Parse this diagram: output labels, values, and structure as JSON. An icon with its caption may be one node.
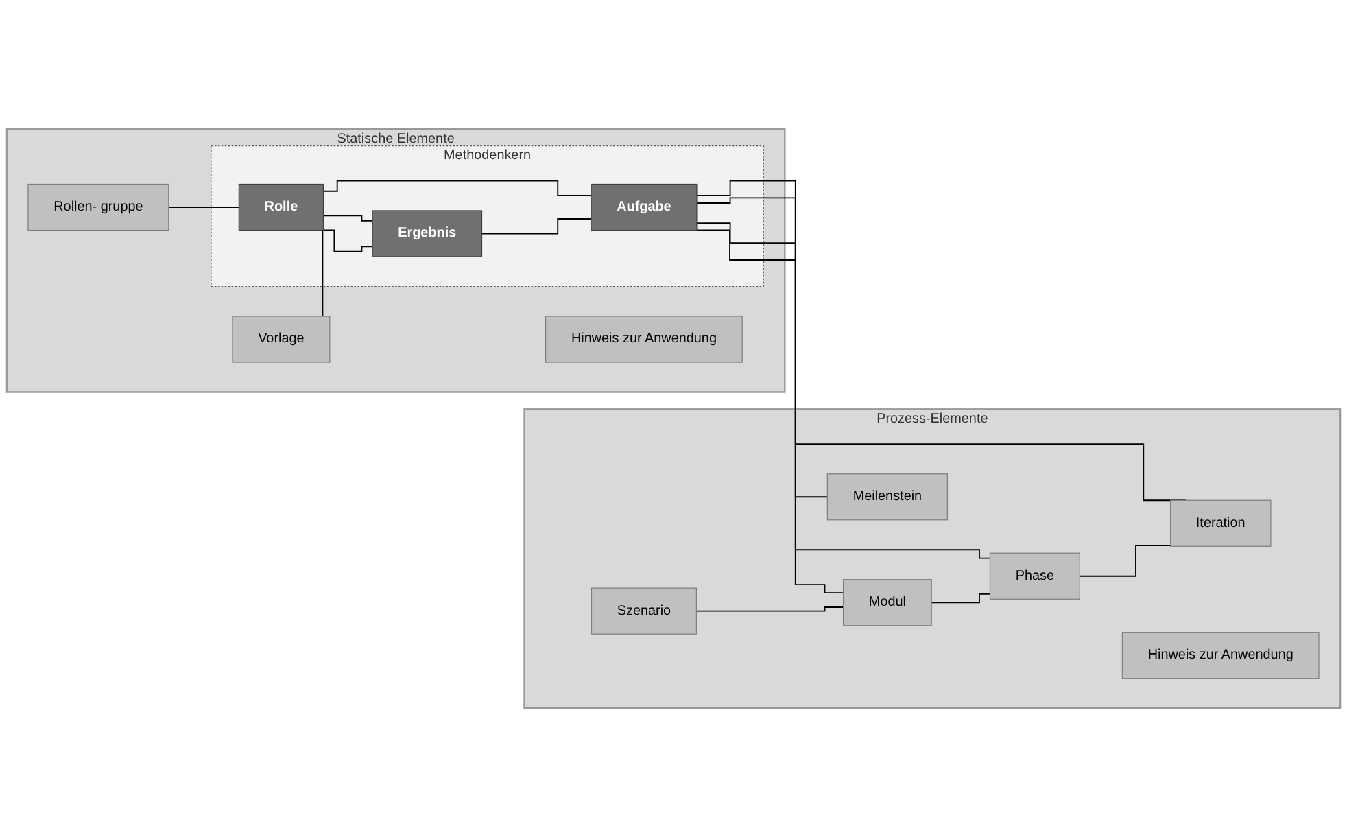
{
  "diagram": {
    "nodes": [
      {
        "text": [
          "Statische Elemente"
        ]
      },
      {
        "text": [
          "Vorlage"
        ],
        "in": 0
      },
      {
        "text": [
          "Methodenkern"
        ],
        "in": 0
      },
      {
        "text": [
          "Ergebnis"
        ],
        "in": 2
      },
      {
        "text": [
          "Rolle"
        ],
        "in": 2
      },
      {
        "text": [
          "Aufgabe"
        ],
        "in": 2
      },
      {
        "text": [
          "Rollen- gruppe"
        ],
        "in": 0
      },
      {
        "text": [
          "Hinweis zur Anwendung"
        ],
        "in": 0
      },
      {
        "text": [
          "Prozess-Elemente"
        ]
      },
      {
        "text": [
          "Szenario"
        ],
        "in": 8
      },
      {
        "text": [
          "Modul"
        ],
        "in": 8
      },
      {
        "text": [
          "Phase"
        ],
        "in": 8
      },
      {
        "text": [
          "Iteration"
        ],
        "in": 8
      },
      {
        "text": [
          "Meilenstein"
        ],
        "in": 8
      },
      {
        "text": [
          "Hinweis zur Anwendung"
        ],
        "in": 8
      }
    ],
    "edges": [
      {
        "from": 1,
        "to": 3,
        "arrow": "none"
      },
      {
        "from": 4,
        "to": 3,
        "arrow": "none"
      },
      {
        "from": 6,
        "to": 4,
        "arrow": "none"
      },
      {
        "from": 4,
        "to": 5,
        "arrow": "none"
      },
      {
        "from": 3,
        "to": 5,
        "arrow": "none"
      },
      {
        "from": 5,
        "to": 10,
        "arrow": "none"
      },
      {
        "from": 5,
        "to": 11,
        "arrow": "none"
      },
      {
        "from": 5,
        "to": 12,
        "arrow": "none"
      },
      {
        "from": 5,
        "to": 13,
        "arrow": "none"
      },
      {
        "from": 9,
        "to": 10,
        "arrow": "none"
      },
      {
        "from": 10,
        "to": 11,
        "arrow": "none"
      },
      {
        "from": 11,
        "to": 12,
        "arrow": "none"
      }
    ]
  }
}
